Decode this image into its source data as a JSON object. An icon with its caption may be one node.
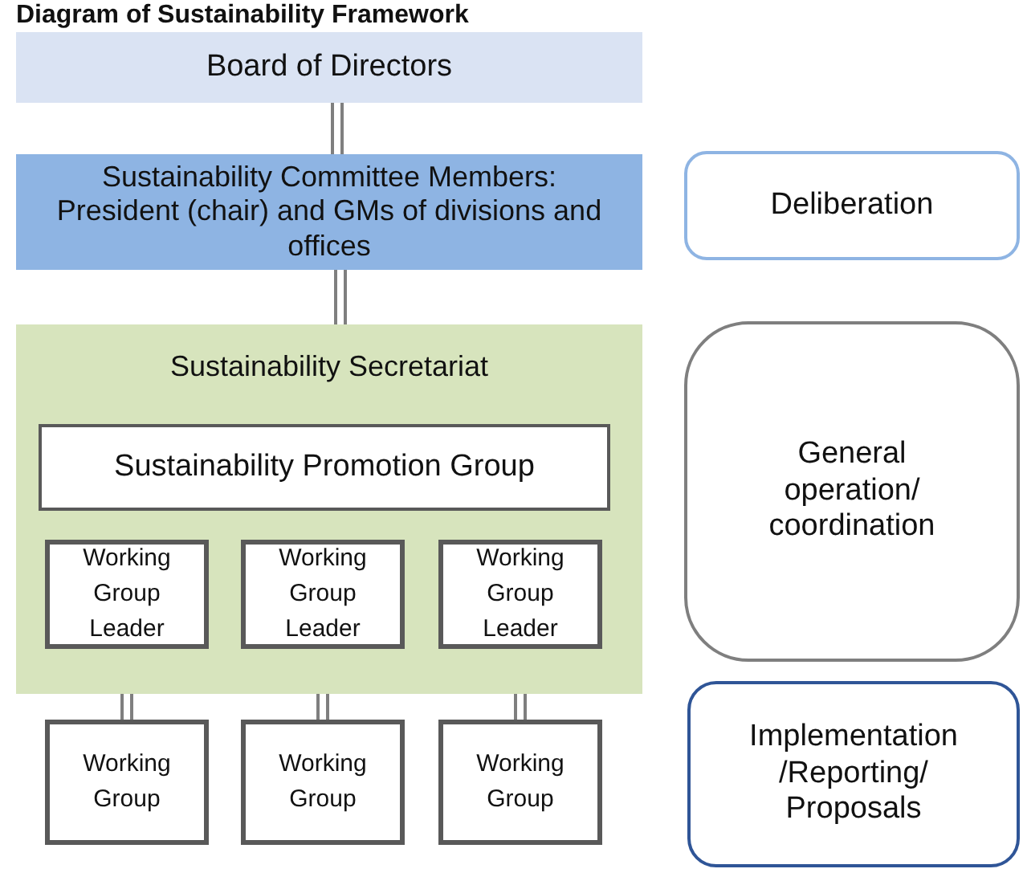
{
  "diagram": {
    "title": "Diagram of Sustainability Framework",
    "nodes": [
      {
        "text": [
          "Board of Directors"
        ]
      },
      {
        "text": [
          "Sustainability Committee Members: President (chair) and GMs of divisions and offices"
        ]
      },
      {
        "text": [
          "Deliberation"
        ]
      },
      {
        "text": [
          "Sustainability Secretariat"
        ]
      },
      {
        "text": [
          "Sustainability Promotion Group"
        ],
        "in": 3
      },
      {
        "text": [
          "Working Group Leader"
        ],
        "in": 3
      },
      {
        "text": [
          "Working Group Leader"
        ],
        "in": 3
      },
      {
        "text": [
          "Working Group Leader"
        ],
        "in": 3
      },
      {
        "text": [
          "Working Group"
        ]
      },
      {
        "text": [
          "Working Group"
        ]
      },
      {
        "text": [
          "Working Group"
        ]
      },
      {
        "text": [
          "General operation/ coordination"
        ]
      },
      {
        "text": [
          "Implementation /Reporting/ Proposals"
        ]
      }
    ],
    "edges": [
      {
        "from": 0,
        "to": 1,
        "arrow": "none"
      },
      {
        "from": 1,
        "to": 3,
        "arrow": "none"
      },
      {
        "from": 5,
        "to": 8,
        "arrow": "none"
      },
      {
        "from": 6,
        "to": 9,
        "arrow": "none"
      },
      {
        "from": 7,
        "to": 10,
        "arrow": "none"
      }
    ]
  }
}
